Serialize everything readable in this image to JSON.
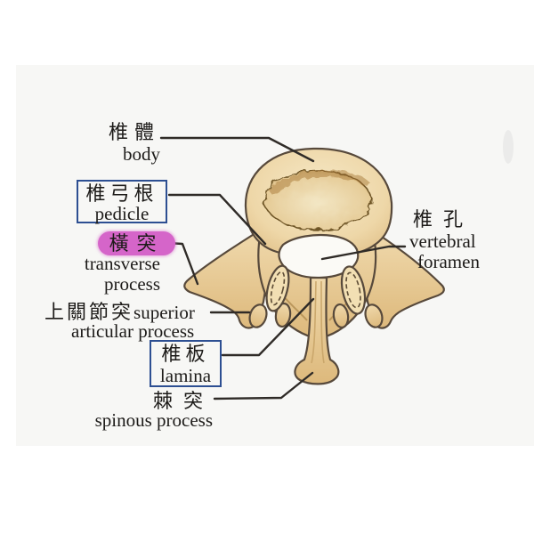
{
  "figure": {
    "title": "vertebra-superior-view-diagram",
    "background_color": "#ffffff",
    "slide_band_color": "#f7f7f5",
    "colors": {
      "bone_fill": "#ecd2a0",
      "bone_outline": "#57493b",
      "bone_shade": "#d9b172",
      "marrow_edge": "#a2702f",
      "leader_line": "#2f2b27",
      "text": "#1d1b19",
      "highlight_pink": "#d565c9",
      "term_box_blue": "#2d4f92",
      "foramen_fill": "#fbfaf6"
    },
    "labels": {
      "body": {
        "zh": "椎體",
        "en": "body"
      },
      "pedicle": {
        "zh": "椎弓根",
        "en": "pedicle",
        "boxed": "true"
      },
      "transverse_process": {
        "zh": "橫突",
        "en_line1": "transverse",
        "en_line2": "process",
        "highlighted": "true"
      },
      "superior_articular_process": {
        "zh": "上關節突",
        "en_line1": "superior",
        "en_line2": "articular process"
      },
      "lamina": {
        "zh": "椎板",
        "en": "lamina",
        "boxed": "true"
      },
      "spinous_process": {
        "zh": "棘突",
        "en": "spinous process"
      },
      "vertebral_foramen": {
        "zh": "椎孔",
        "en_line1": "vertebral",
        "en_line2": "foramen"
      }
    }
  }
}
